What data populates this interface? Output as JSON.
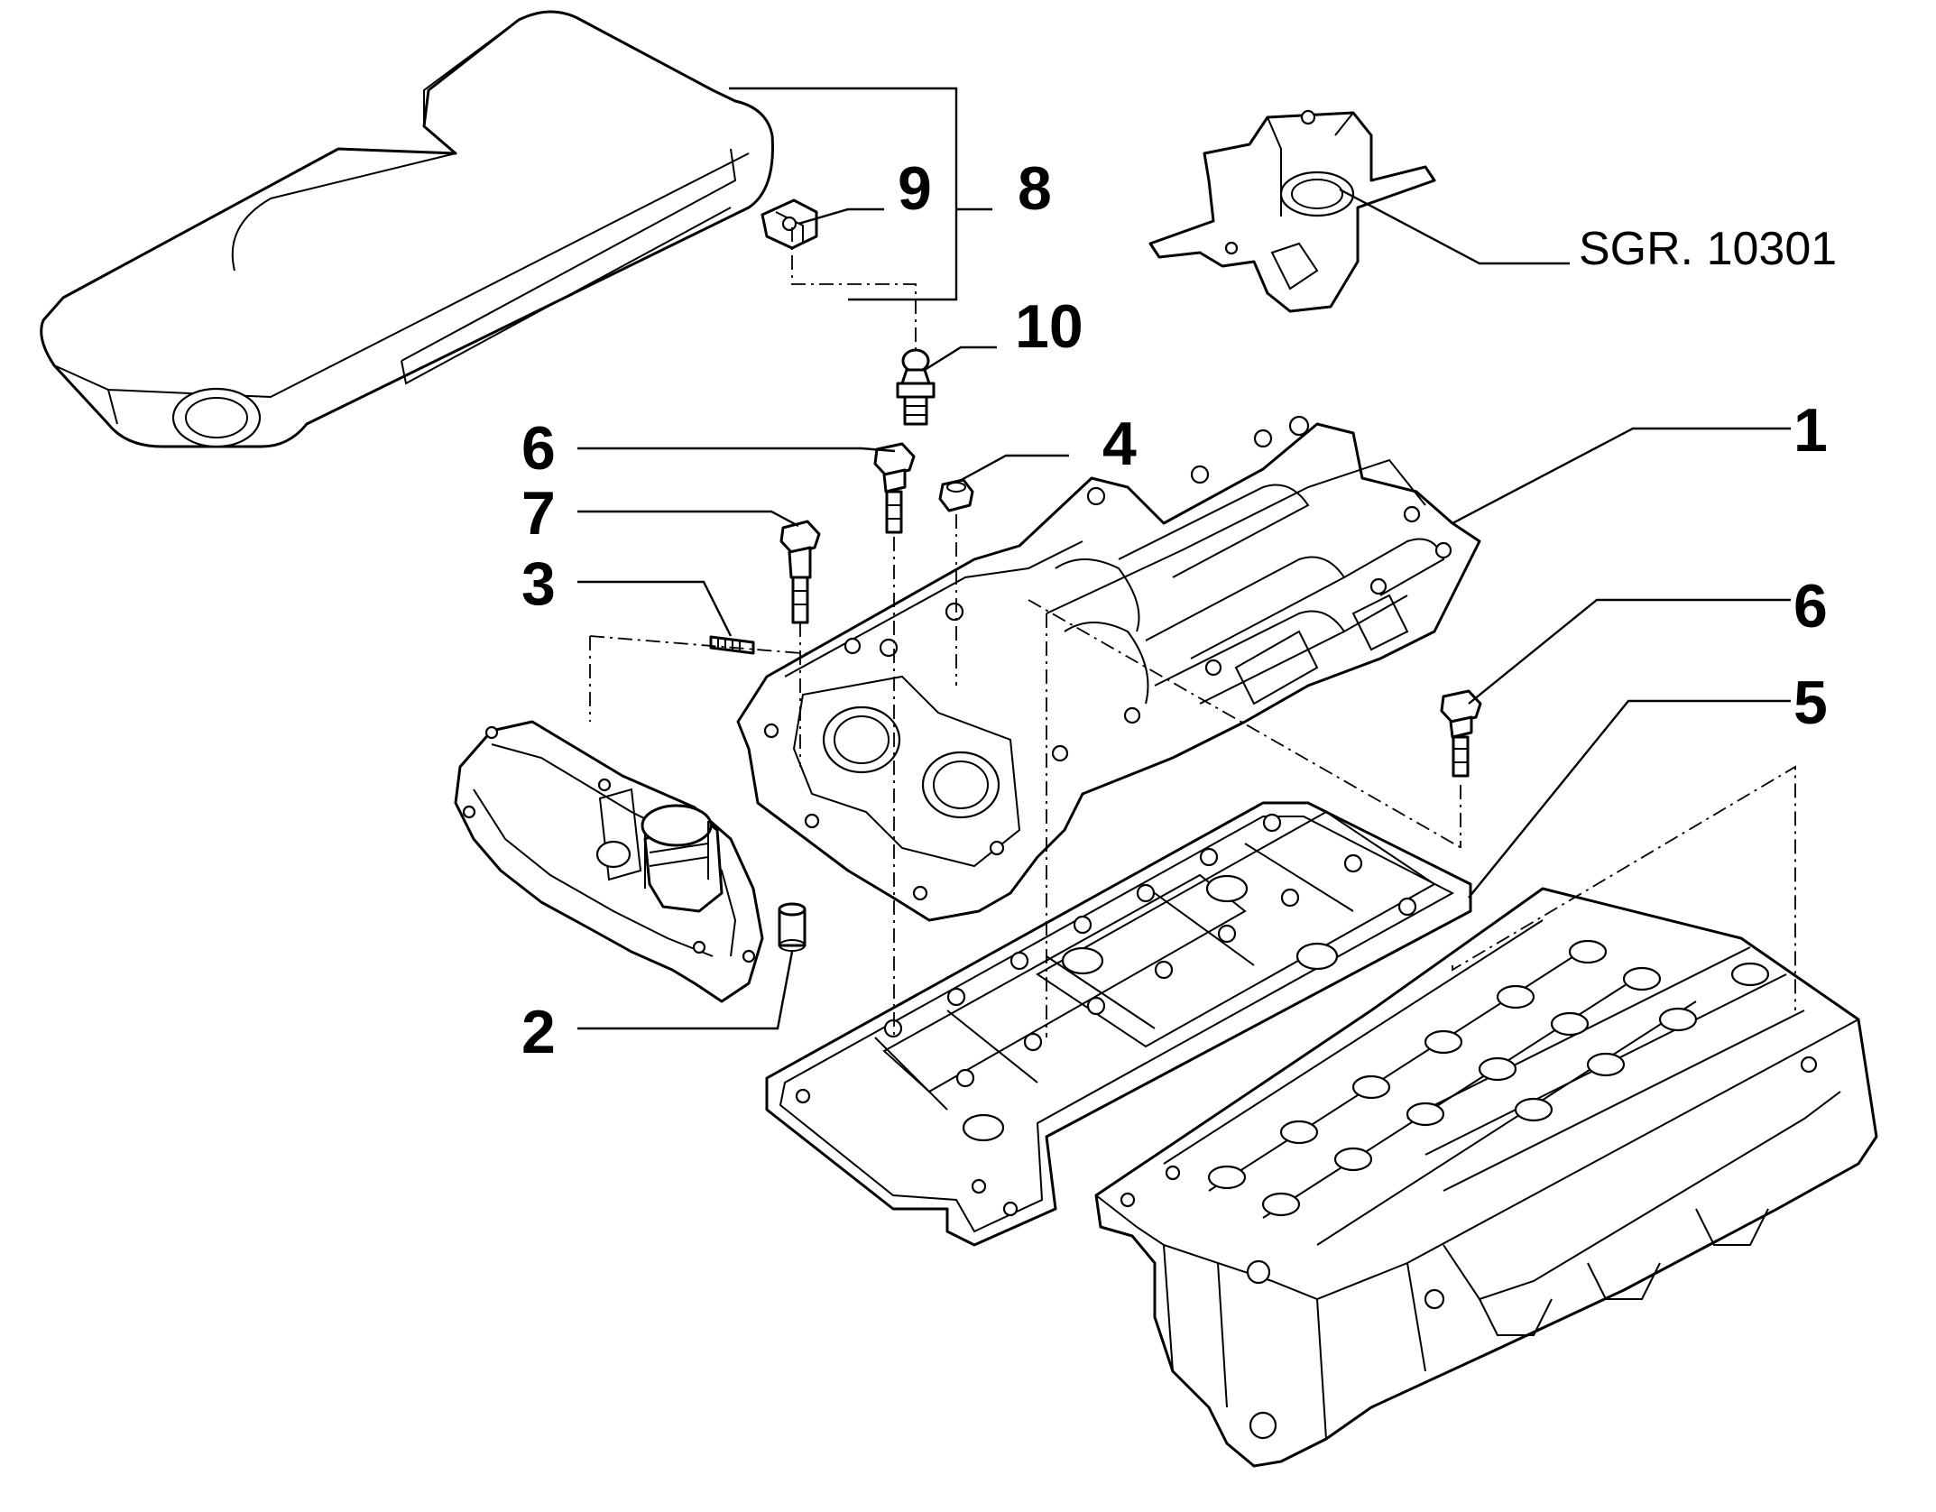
{
  "callouts": {
    "c1": "1",
    "c2": "2",
    "c3": "3",
    "c4": "4",
    "c5": "5",
    "c6a": "6",
    "c6b": "6",
    "c7": "7",
    "c8": "8",
    "c9": "9",
    "c10": "10"
  },
  "reference": "SGR. 10301"
}
